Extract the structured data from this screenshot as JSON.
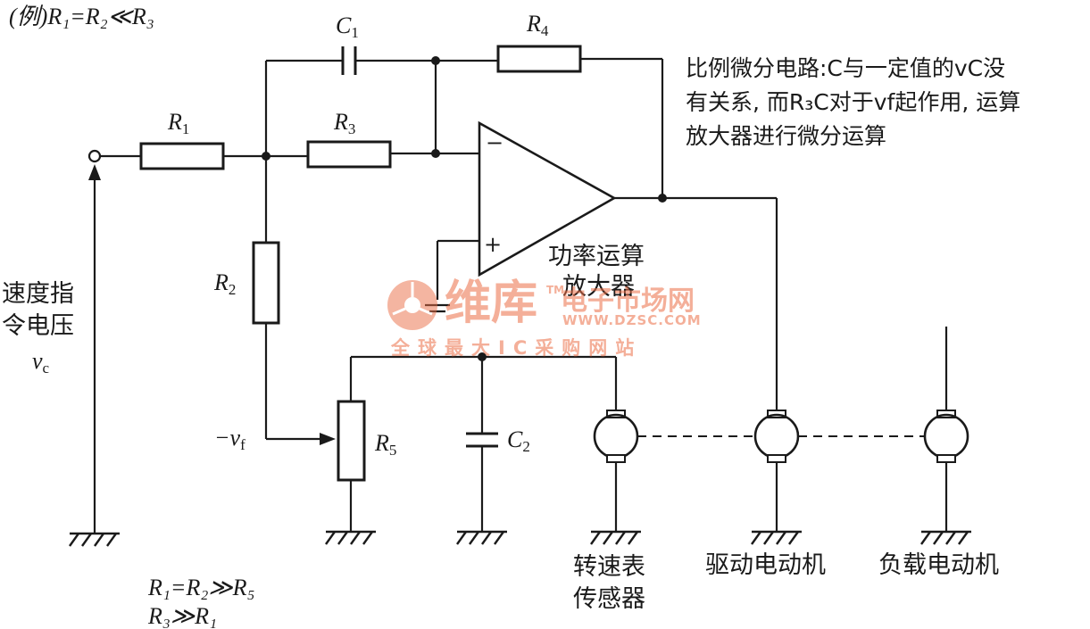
{
  "top_condition": "(例)R₁=R₂≪R₃",
  "labels": {
    "r1": "R",
    "r1_sub": "1",
    "r2": "R",
    "r2_sub": "2",
    "r3": "R",
    "r3_sub": "3",
    "r4": "R",
    "r4_sub": "4",
    "r5": "R",
    "r5_sub": "5",
    "c1": "C",
    "c1_sub": "1",
    "c2": "C",
    "c2_sub": "2",
    "minus_vf": "−v",
    "minus_vf_sub": "f",
    "vc": "v",
    "vc_sub": "c",
    "op_minus": "−",
    "op_plus": "+"
  },
  "speed_command": [
    "速度指",
    "令电压"
  ],
  "description": [
    "比例微分电路:C与一定值的vC没",
    "有关系, 而R₃C对于vf起作用, 运算",
    "放大器进行微分运算"
  ],
  "power_opamp": [
    "功率运算",
    "放大器"
  ],
  "tacho": [
    "转速表",
    "传感器"
  ],
  "drive_motor": "驱动电动机",
  "load_motor": "负载电动机",
  "bottom_conditions": [
    "R₁=R₂≫R₅",
    "R₃≫R₁"
  ],
  "watermark": {
    "brand": "维库",
    "market": "电子市场网",
    "url": "WWW.DZSC.COM",
    "slogan": "全球最大IC采购网站",
    "tm": "TM"
  },
  "colors": {
    "ink": "#1a1a1a",
    "watermark": "#eb6e46"
  }
}
